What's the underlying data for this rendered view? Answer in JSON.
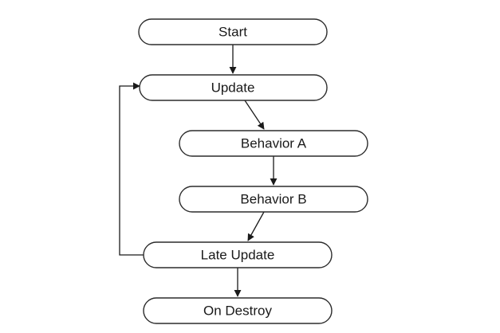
{
  "diagram": {
    "nodes": {
      "start": "Start",
      "update": "Update",
      "behavior_a": "Behavior A",
      "behavior_b": "Behavior B",
      "late_update": "Late Update",
      "on_destroy": "On Destroy"
    },
    "colors": {
      "line": "#1a1a1a",
      "box_stroke": "#2b2b2b",
      "box_fill": "#ffffff"
    }
  }
}
